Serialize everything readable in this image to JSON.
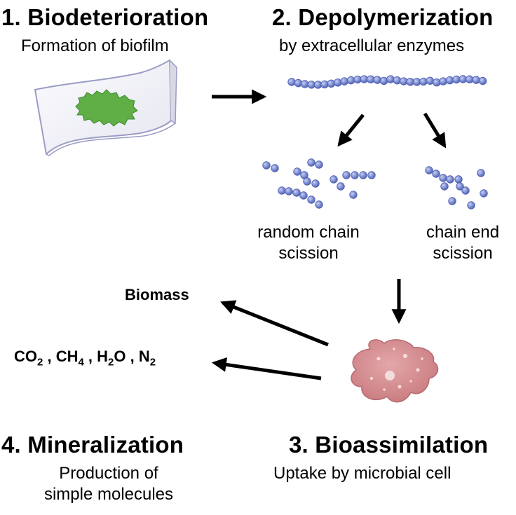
{
  "stages": {
    "biodeterioration": {
      "title": "1.  Biodeterioration",
      "subtitle": "Formation of biofilm"
    },
    "depolymerization": {
      "title": "2.  Depolymerization",
      "subtitle": "by extracellular enzymes"
    },
    "bioassimilation": {
      "title": "3.  Bioassimilation",
      "subtitle": "Uptake by microbial cell"
    },
    "mineralization": {
      "title": "4.  Mineralization",
      "subtitle_line1": "Production of",
      "subtitle_line2": "simple molecules"
    }
  },
  "scission": {
    "random_line1": "random chain",
    "random_line2": "scission",
    "end_line1": "chain end",
    "end_line2": "scission"
  },
  "products": {
    "biomass": "Biomass",
    "molecules": [
      {
        "base": "CO",
        "sub": "2"
      },
      {
        "base": "CH",
        "sub": "4"
      },
      {
        "base": "H",
        "sub": "2",
        "tail": "O"
      },
      {
        "base": "N",
        "sub": "2"
      }
    ],
    "separator": " , "
  },
  "colors": {
    "bead": "#7f8fd4",
    "bead_dark": "#4e5fb0",
    "biofilm": "#5fae46",
    "film": "#f1f1f6",
    "cell": "#d98f92",
    "arrow": "#000000"
  }
}
